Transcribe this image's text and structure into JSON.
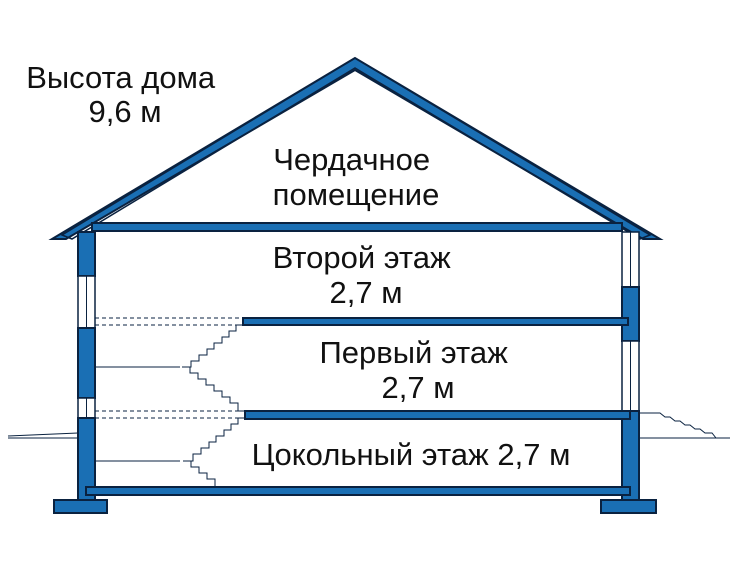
{
  "labels": {
    "house_height_line1": "Высота дома",
    "house_height_line2": "9,6 м",
    "attic_line1": "Чердачное",
    "attic_line2": "помещение",
    "second_floor_line1": "Второй этаж",
    "second_floor_line2": "2,7 м",
    "first_floor_line1": "Первый этаж",
    "first_floor_line2": "2,7 м",
    "basement": "Цокольный этаж 2,7 м"
  },
  "colors": {
    "structure_fill": "#1a6fb4",
    "outline": "#0a2240",
    "background": "#ffffff",
    "text": "#111111"
  }
}
